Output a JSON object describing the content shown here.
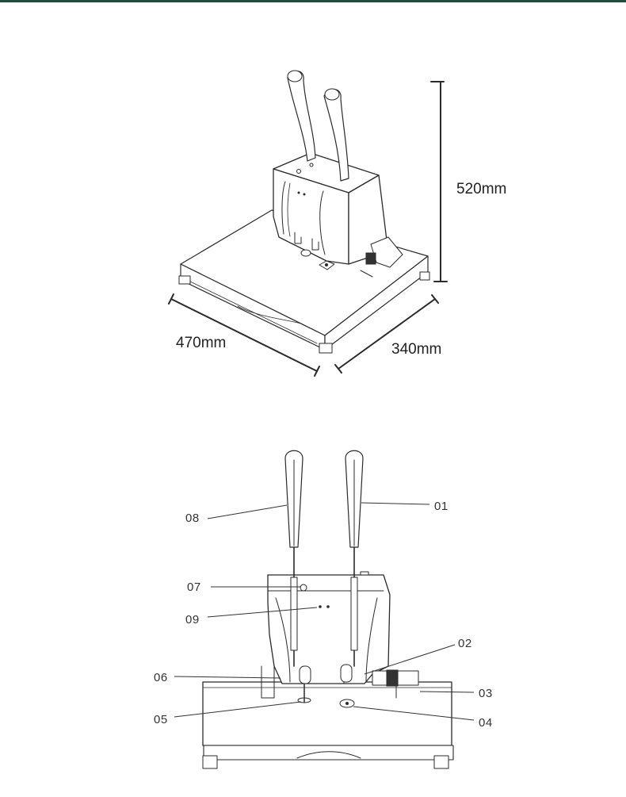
{
  "colors": {
    "top_bar": "#1f4d3c",
    "line": "#2b2b2b",
    "text": "#222222"
  },
  "dimensions": {
    "height": "520mm",
    "width": "470mm",
    "depth": "340mm"
  },
  "part_labels": {
    "p01": "01",
    "p02": "02",
    "p03": "03",
    "p04": "04",
    "p05": "05",
    "p06": "06",
    "p07": "07",
    "p08": "08",
    "p09": "09"
  }
}
